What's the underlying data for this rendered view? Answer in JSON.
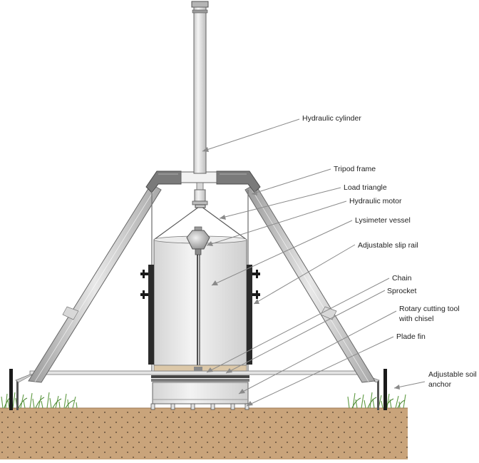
{
  "labels": {
    "hydraulic_cylinder": "Hydraulic cylinder",
    "tripod_frame": "Tripod frame",
    "load_triangle": "Load triangle",
    "hydraulic_motor": "Hydraulic motor",
    "lysimeter_vessel": "Lysimeter vessel",
    "adjustable_slip_rail": "Adjustable slip rail",
    "chain": "Chain",
    "sprocket": "Sprocket",
    "rotary_cutting_tool_line1": "Rotary cutting tool",
    "rotary_cutting_tool_line2": "with chisel",
    "plade_fin": "Plade fin",
    "adjustable_soil_anchor_line1": "Adjustable soil",
    "adjustable_soil_anchor_line2": "anchor"
  },
  "colors": {
    "soil": "#c9a47b",
    "grass": "#5f9a42",
    "metal_light": "#e6e6e6",
    "metal_mid": "#b9b9b9",
    "metal_dark": "#6f6f6f",
    "leader": "#8a8a8a",
    "anchor": "#1a1a1a"
  }
}
